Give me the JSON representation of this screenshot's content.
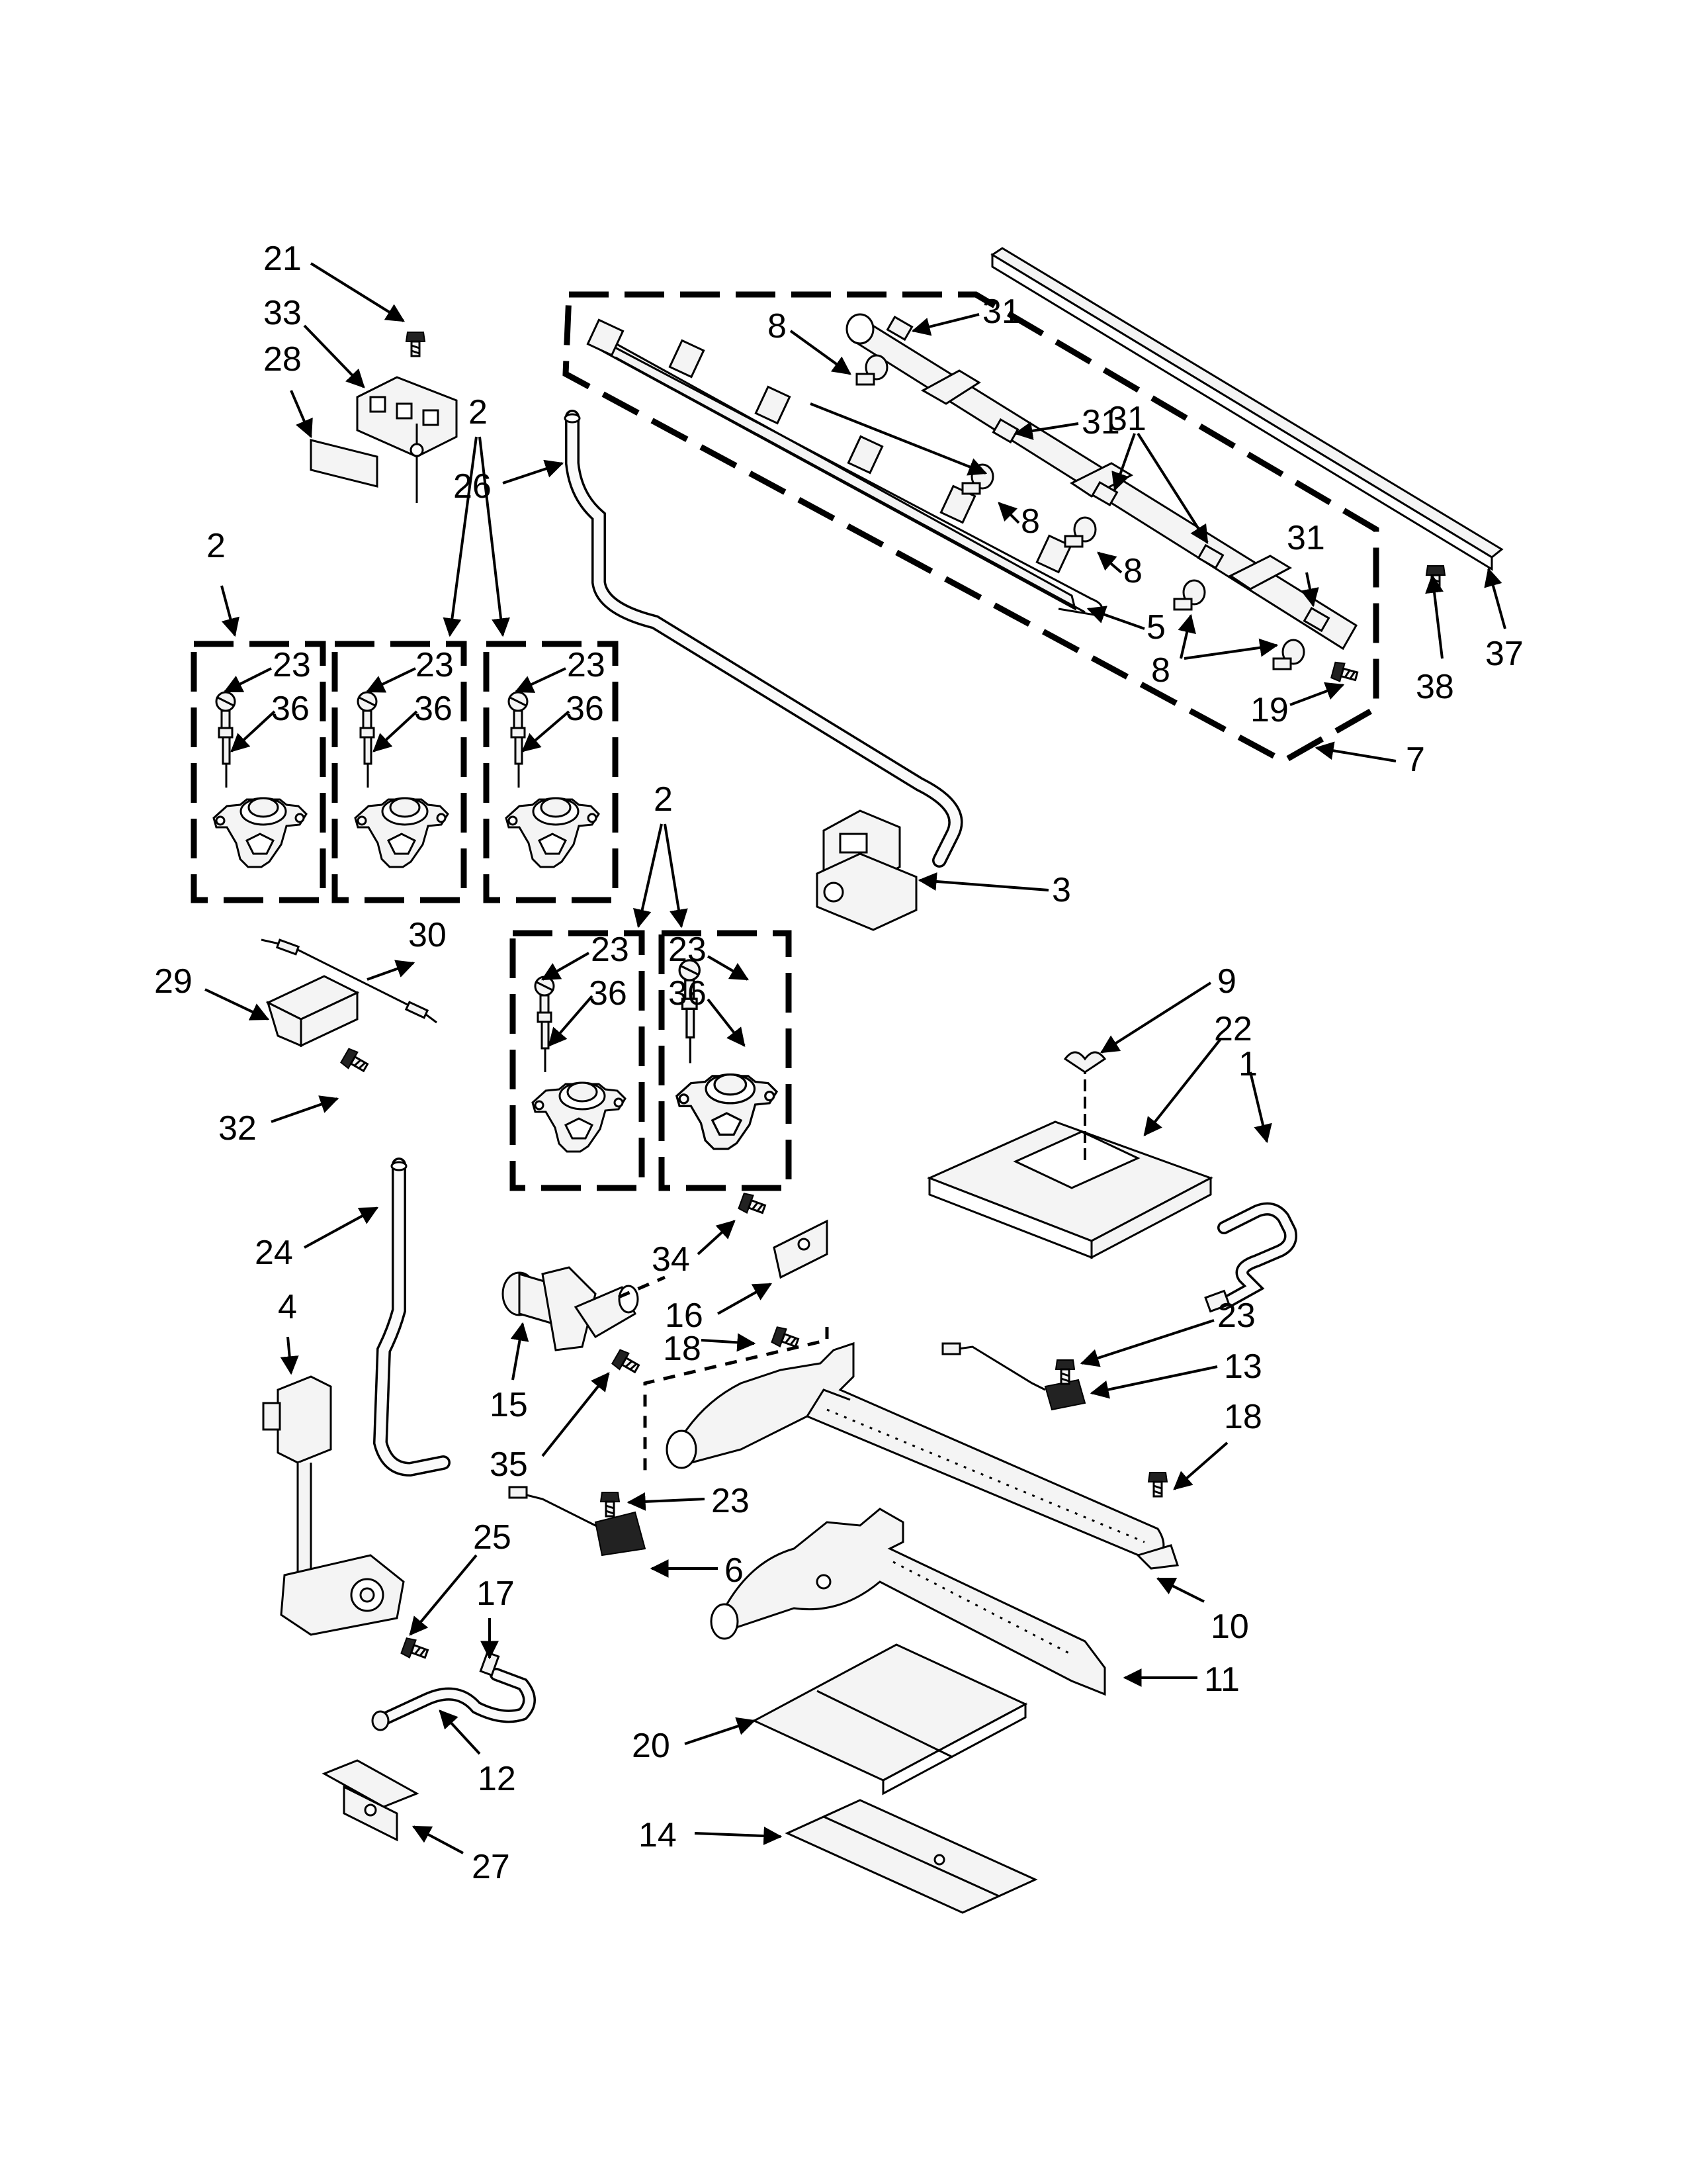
{
  "callouts": {
    "c1": "1",
    "c2a": "2",
    "c2b": "2",
    "c2c": "2",
    "c3": "3",
    "c4": "4",
    "c5": "5",
    "c6": "6",
    "c7": "7",
    "c8a": "8",
    "c8b": "8",
    "c8c": "8",
    "c8d": "8",
    "c9": "9",
    "c10": "10",
    "c11": "11",
    "c12": "12",
    "c13": "13",
    "c14": "14",
    "c15": "15",
    "c16": "16",
    "c17": "17",
    "c18a": "18",
    "c18b": "18",
    "c19": "19",
    "c20": "20",
    "c21": "21",
    "c22": "22",
    "c23a": "23",
    "c23b": "23",
    "c23c": "23",
    "c23d": "23",
    "c23e": "23",
    "c23f": "23",
    "c23g": "23",
    "c24": "24",
    "c25": "25",
    "c26": "26",
    "c27": "27",
    "c28": "28",
    "c29": "29",
    "c30": "30",
    "c31a": "31",
    "c31b": "31",
    "c31c": "31",
    "c31d": "31",
    "c32": "32",
    "c33": "33",
    "c34": "34",
    "c35": "35",
    "c36a": "36",
    "c36b": "36",
    "c36c": "36",
    "c36d": "36",
    "c36e": "36",
    "c37": "37",
    "c38": "38"
  },
  "colors": {
    "line": "#000000",
    "background": "#ffffff",
    "part_fill": "#f4f4f4"
  }
}
